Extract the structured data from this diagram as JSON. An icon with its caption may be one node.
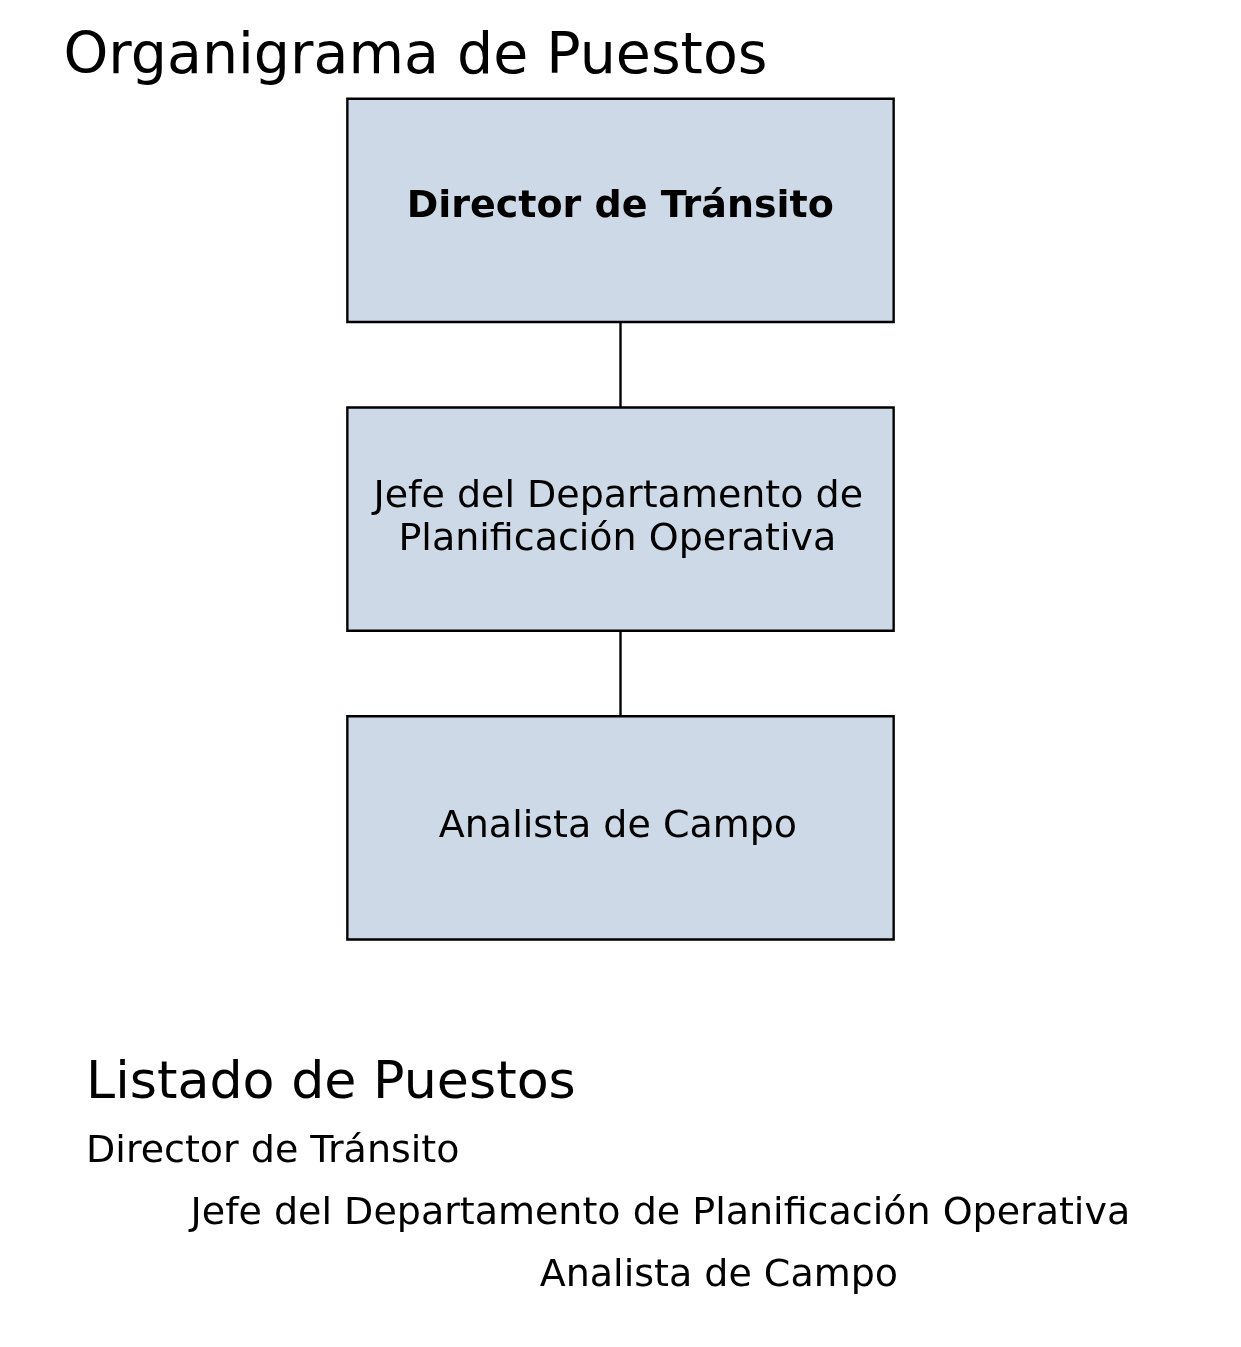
{
  "diagram": {
    "title": "Organigrama de Puestos",
    "nodes": [
      {
        "text": [
          "Director de Tránsito"
        ]
      },
      {
        "text": [
          "Jefe del Departamento de Planificación Operativa"
        ]
      },
      {
        "text": [
          "Analista de Campo"
        ]
      }
    ],
    "edges": [
      {
        "from": 0,
        "to": 1,
        "arrow": "none"
      },
      {
        "from": 1,
        "to": 2,
        "arrow": "none"
      }
    ],
    "labels": [
      "Listado de Puestos",
      "Director de Tránsito",
      "Jefe del Departamento de Planificación Operativa",
      "Analista de Campo"
    ]
  }
}
